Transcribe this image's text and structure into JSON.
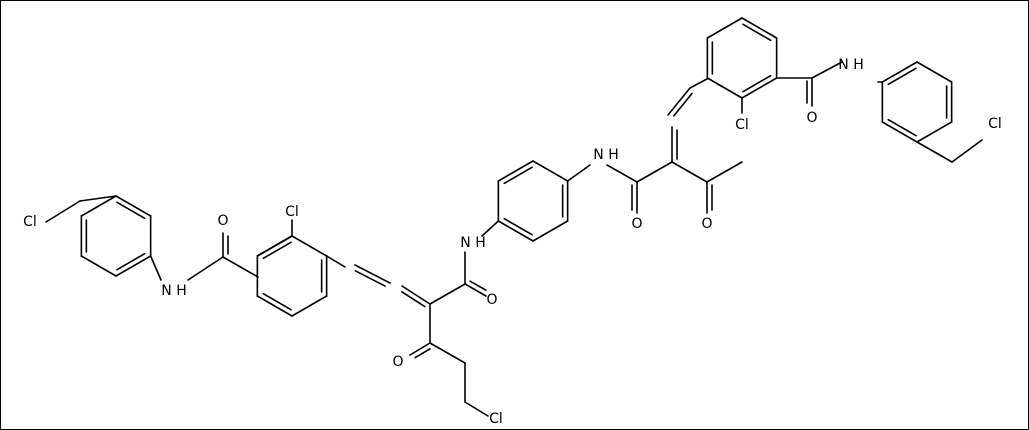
{
  "labels": {
    "cl_left_chloromethyl": "Cl",
    "cl_left_ring": "Cl",
    "o_left_amide": "O",
    "nh_left_amide": "N H",
    "nh_center_left": "N H",
    "o_center_left_amide": "O",
    "o_left_ketone": "O",
    "cl_chloroethyl": "Cl",
    "nh_center_right": "N H",
    "o_center_right_amide": "O",
    "o_right_ketone": "O",
    "cl_right_ring": "Cl",
    "o_right_amide": "O",
    "nh_right_amide": "N H",
    "cl_right_chloromethyl": "Cl"
  }
}
